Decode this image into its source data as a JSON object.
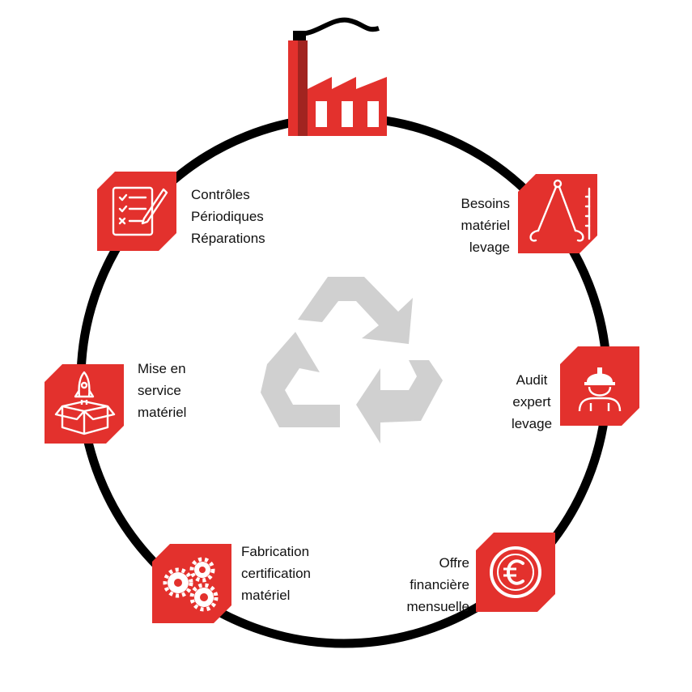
{
  "colors": {
    "accent": "#e3312d",
    "ring": "#000000",
    "recycle": "#d0d0d0",
    "text": "#111111"
  },
  "center": {
    "icon": "recycle-icon"
  },
  "top": {
    "icon": "factory-icon"
  },
  "steps": [
    {
      "icon": "lifting-chain-icon",
      "lines": [
        "Besoins",
        "matériel",
        "levage"
      ]
    },
    {
      "icon": "worker-helmet-icon",
      "lines": [
        "Audit",
        "expert",
        "levage"
      ]
    },
    {
      "icon": "euro-icon",
      "lines": [
        "Offre",
        "financière",
        "mensuelle"
      ]
    },
    {
      "icon": "gears-icon",
      "lines": [
        "Fabrication",
        "certification",
        "matériel"
      ]
    },
    {
      "icon": "rocket-box-icon",
      "lines": [
        "Mise en",
        "service",
        "matériel"
      ]
    },
    {
      "icon": "checklist-icon",
      "lines": [
        "Contrôles",
        "Périodiques",
        "Réparations"
      ]
    }
  ]
}
